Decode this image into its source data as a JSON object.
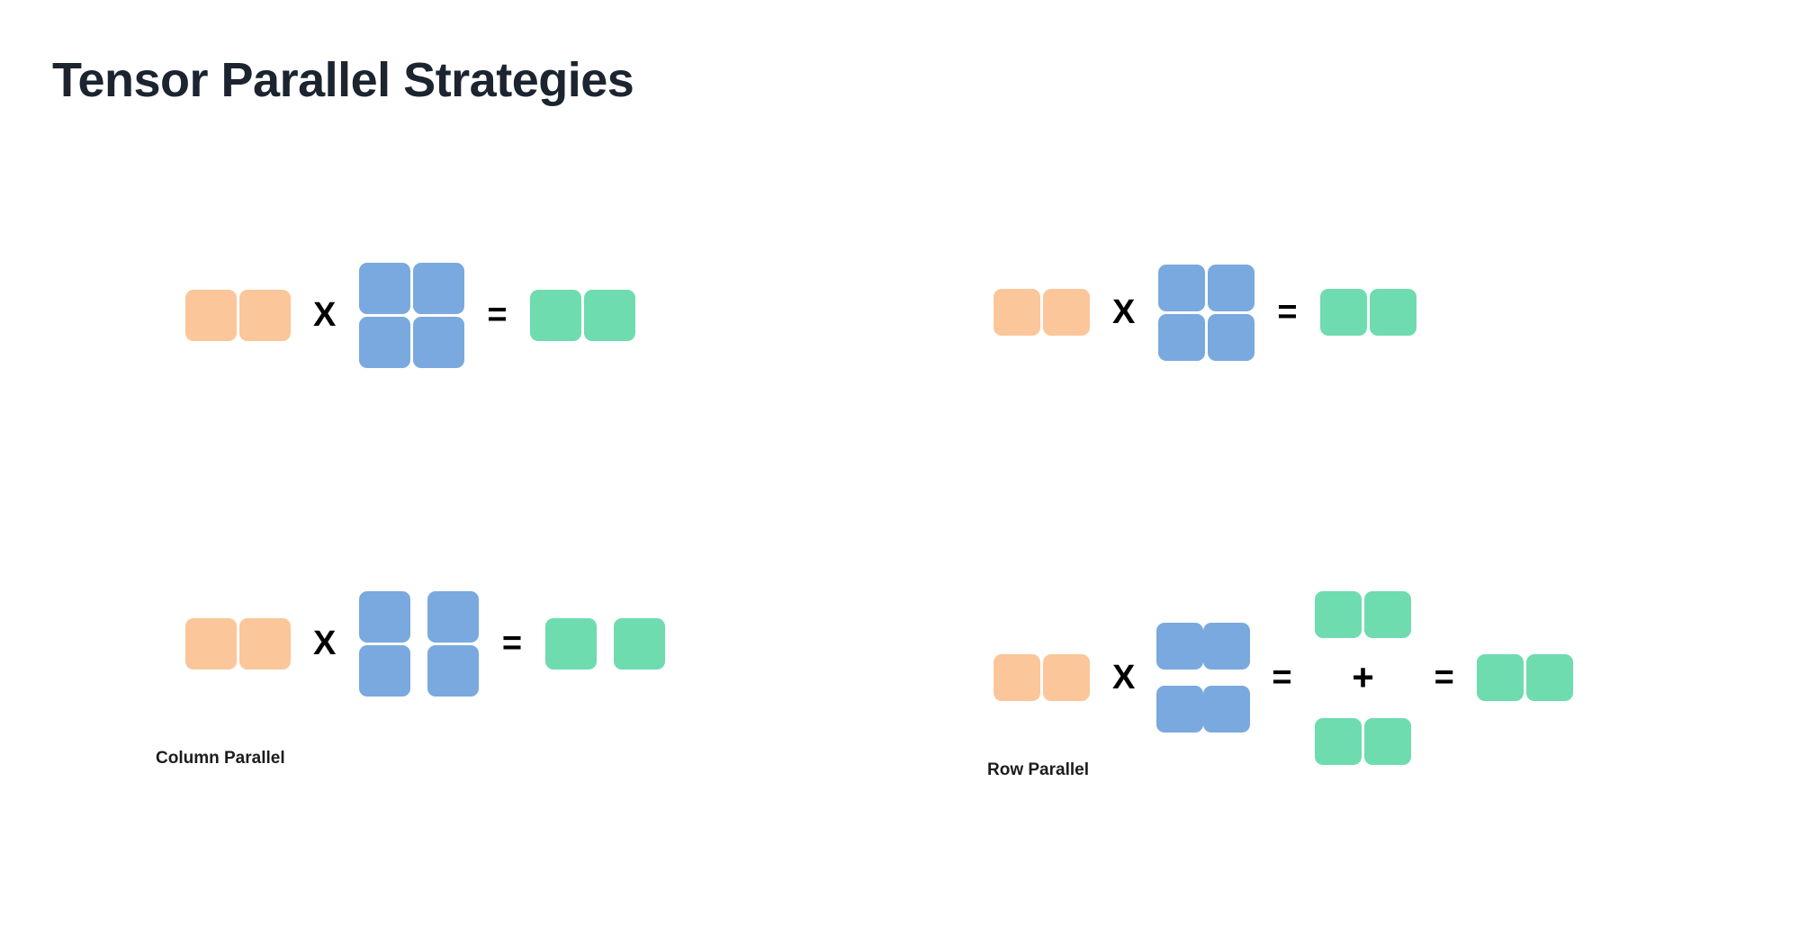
{
  "page": {
    "title": "Tensor Parallel Strategies",
    "background_color": "#ffffff"
  },
  "colors": {
    "input_orange": "#FBC69A",
    "weight_blue": "#79A9DE",
    "output_green": "#6EDCAF",
    "operator_black": "#000000",
    "title_navy": "#1c2430"
  },
  "operators": {
    "multiply": "X",
    "equals": "=",
    "plus": "+"
  },
  "diagrams": {
    "top_left": {
      "name": "unsharded-matmul-column-reference",
      "input": {
        "color_role": "input_orange",
        "rows": 1,
        "cols": 2,
        "layout": "adjacent"
      },
      "weight": {
        "color_role": "weight_blue",
        "rows": 2,
        "cols": 2,
        "layout": "adjacent"
      },
      "output": {
        "color_role": "output_green",
        "rows": 1,
        "cols": 2,
        "layout": "adjacent"
      }
    },
    "bottom_left": {
      "name": "column-parallel-matmul",
      "input": {
        "color_role": "input_orange",
        "rows": 1,
        "cols": 2,
        "layout": "adjacent"
      },
      "weight": {
        "color_role": "weight_blue",
        "rows": 2,
        "cols": 2,
        "layout": "split-columns"
      },
      "output": {
        "color_role": "output_green",
        "rows": 1,
        "cols": 2,
        "layout": "split-columns"
      },
      "caption": "Column Parallel"
    },
    "top_right": {
      "name": "unsharded-matmul-row-reference",
      "input": {
        "color_role": "input_orange",
        "rows": 1,
        "cols": 2,
        "layout": "adjacent"
      },
      "weight": {
        "color_role": "weight_blue",
        "rows": 2,
        "cols": 2,
        "layout": "adjacent"
      },
      "output": {
        "color_role": "output_green",
        "rows": 1,
        "cols": 2,
        "layout": "adjacent"
      }
    },
    "bottom_right": {
      "name": "row-parallel-matmul",
      "input": {
        "color_role": "input_orange",
        "rows": 1,
        "cols": 2,
        "layout": "adjacent"
      },
      "weight": {
        "color_role": "weight_blue",
        "rows": 2,
        "cols": 2,
        "layout": "split-rows"
      },
      "partial_output_top": {
        "color_role": "output_green",
        "rows": 1,
        "cols": 2,
        "layout": "adjacent"
      },
      "partial_output_bottom": {
        "color_role": "output_green",
        "rows": 1,
        "cols": 2,
        "layout": "adjacent"
      },
      "final_output": {
        "color_role": "output_green",
        "rows": 1,
        "cols": 2,
        "layout": "adjacent"
      },
      "caption": "Row Parallel"
    }
  }
}
